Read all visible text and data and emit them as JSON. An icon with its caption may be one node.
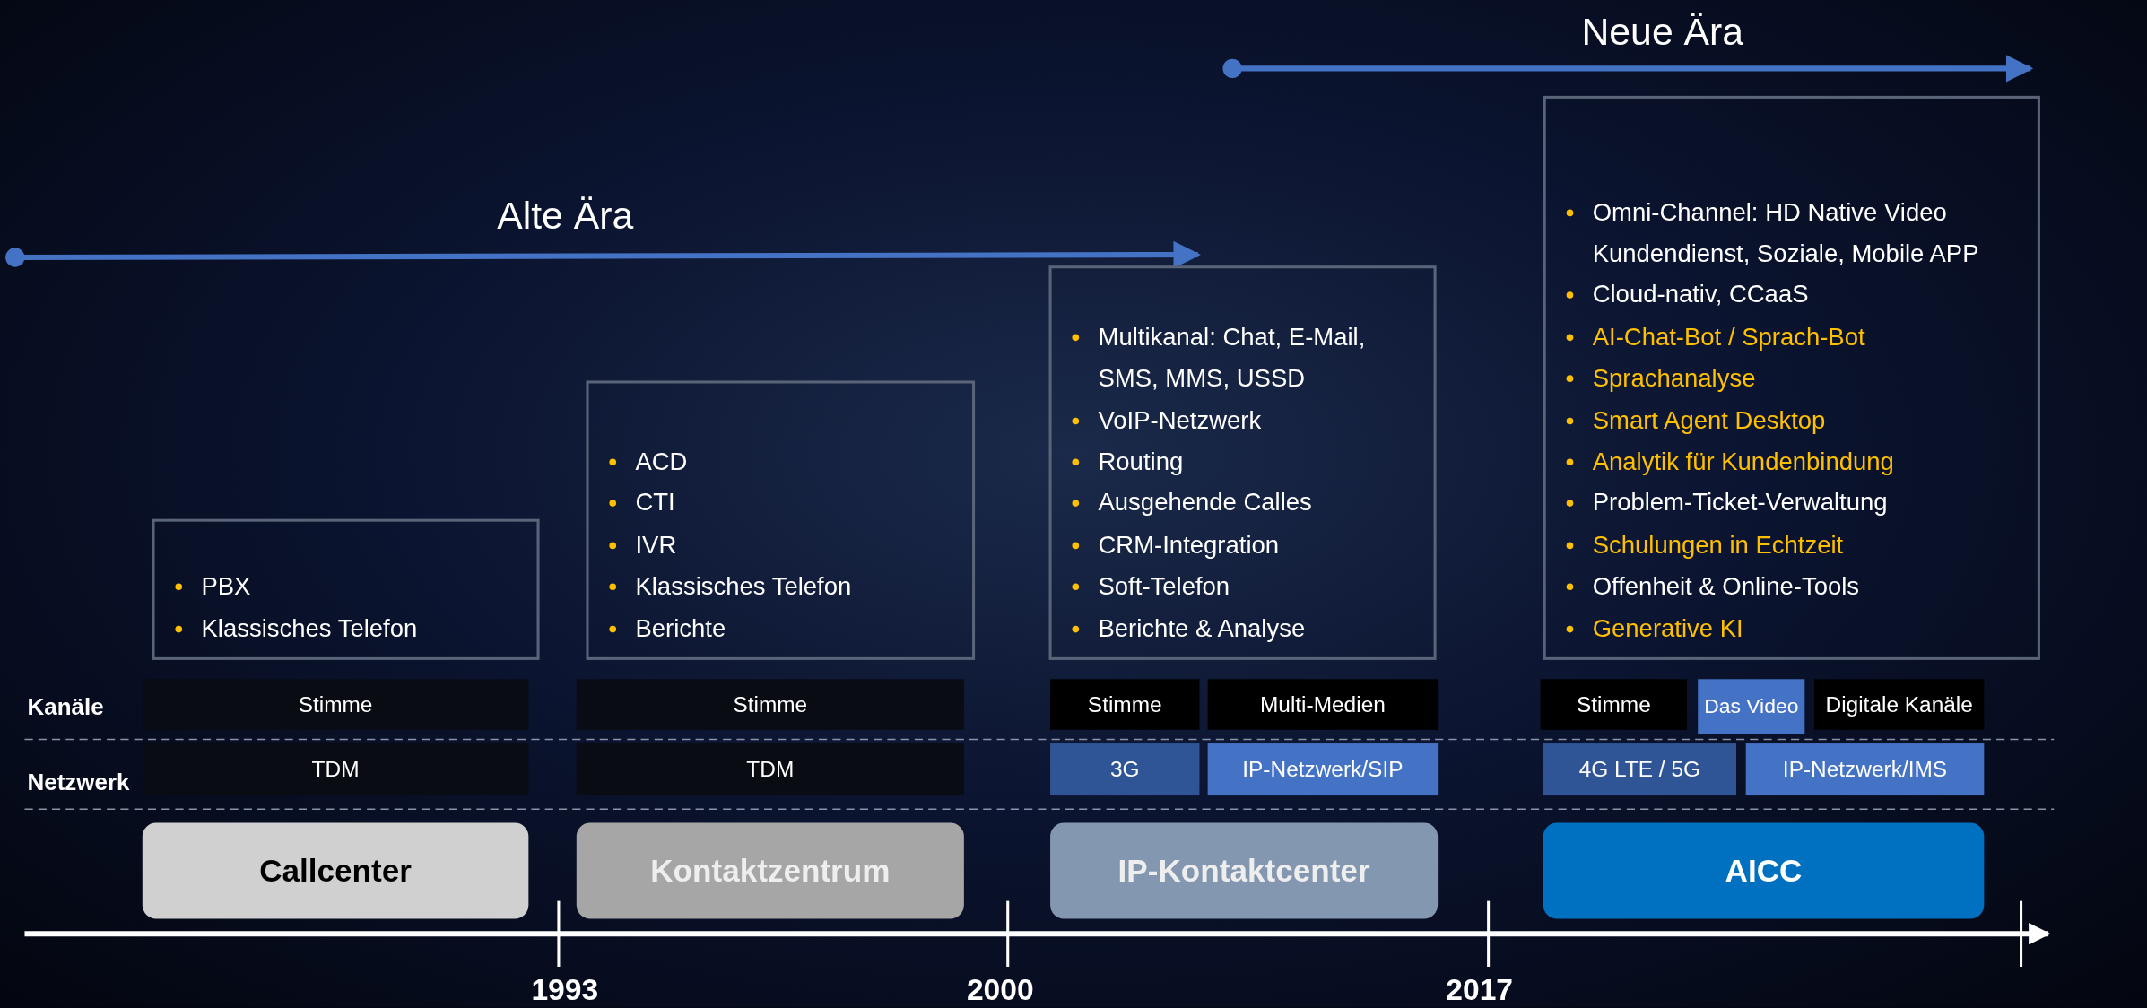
{
  "diagram": {
    "nodes": [
      {
        "text": [
          "PBX",
          "Klassisches Telefon"
        ]
      },
      {
        "text": [
          "ACD",
          "CTI",
          "IVR",
          "Klassisches Telefon",
          "Berichte"
        ]
      },
      {
        "text": [
          "Multikanal: Chat, E-Mail, SMS, MMS, USSD",
          "VoIP-Netzwerk",
          "Routing",
          "Ausgehende Calles",
          "CRM-Integration",
          "Soft-Telefon",
          "Berichte & Analyse"
        ]
      },
      {
        "text": [
          "Omni-Channel: HD Native Video Kundendienst, Soziale, Mobile APP",
          "Cloud-nativ, CCaaS",
          "AI-Chat-Bot / Sprach-Bot",
          "Sprachanalyse",
          "Smart Agent Desktop",
          "Analytik für Kundenbindung",
          "Problem-Ticket-Verwaltung",
          "Schulungen in Echtzeit",
          "Offenheit & Online-Tools",
          "Generative KI"
        ]
      },
      {
        "text": [
          "Callcenter"
        ]
      },
      {
        "text": [
          "Kontaktzentrum"
        ]
      },
      {
        "text": [
          "IP-Kontaktcenter"
        ]
      },
      {
        "text": [
          "AICC"
        ]
      },
      {
        "text": [
          "Stimme"
        ]
      },
      {
        "text": [
          "Stimme"
        ]
      },
      {
        "text": [
          "Stimme"
        ]
      },
      {
        "text": [
          "Multi-Medien"
        ]
      },
      {
        "text": [
          "Stimme"
        ]
      },
      {
        "text": [
          "Das Video"
        ]
      },
      {
        "text": [
          "Digitale Kanäle"
        ]
      },
      {
        "text": [
          "TDM"
        ]
      },
      {
        "text": [
          "TDM"
        ]
      },
      {
        "text": [
          "3G"
        ]
      },
      {
        "text": [
          "IP-Netzwerk/SIP"
        ]
      },
      {
        "text": [
          "4G LTE / 5G"
        ]
      },
      {
        "text": [
          "IP-Netzwerk/IMS"
        ]
      }
    ],
    "labels": [
      "Neue Ära",
      "Alte Ära",
      "Kanäle",
      "Netzwerk",
      "1993",
      "2000",
      "2017"
    ]
  }
}
